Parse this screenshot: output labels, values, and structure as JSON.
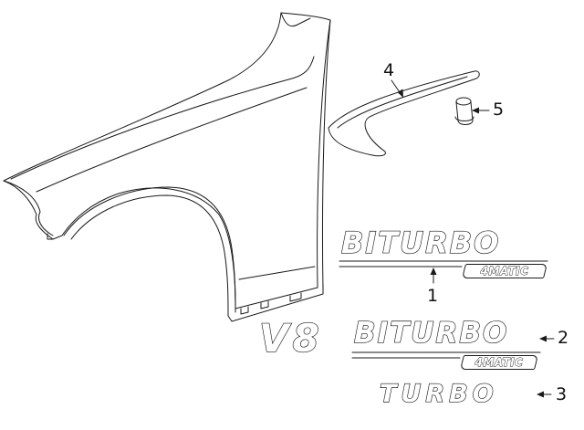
{
  "callouts": {
    "one": "1",
    "two": "2",
    "three": "3",
    "four": "4",
    "five": "5"
  },
  "emblems": {
    "upper_main": "BITURBO",
    "upper_sub": "4MATIC",
    "v8_prefix": "V8",
    "middle_main": "BITURBO",
    "middle_sub": "4MATIC",
    "lower_main": "TURBO"
  },
  "colors": {
    "line": "#1a1a1a",
    "background": "#ffffff"
  }
}
